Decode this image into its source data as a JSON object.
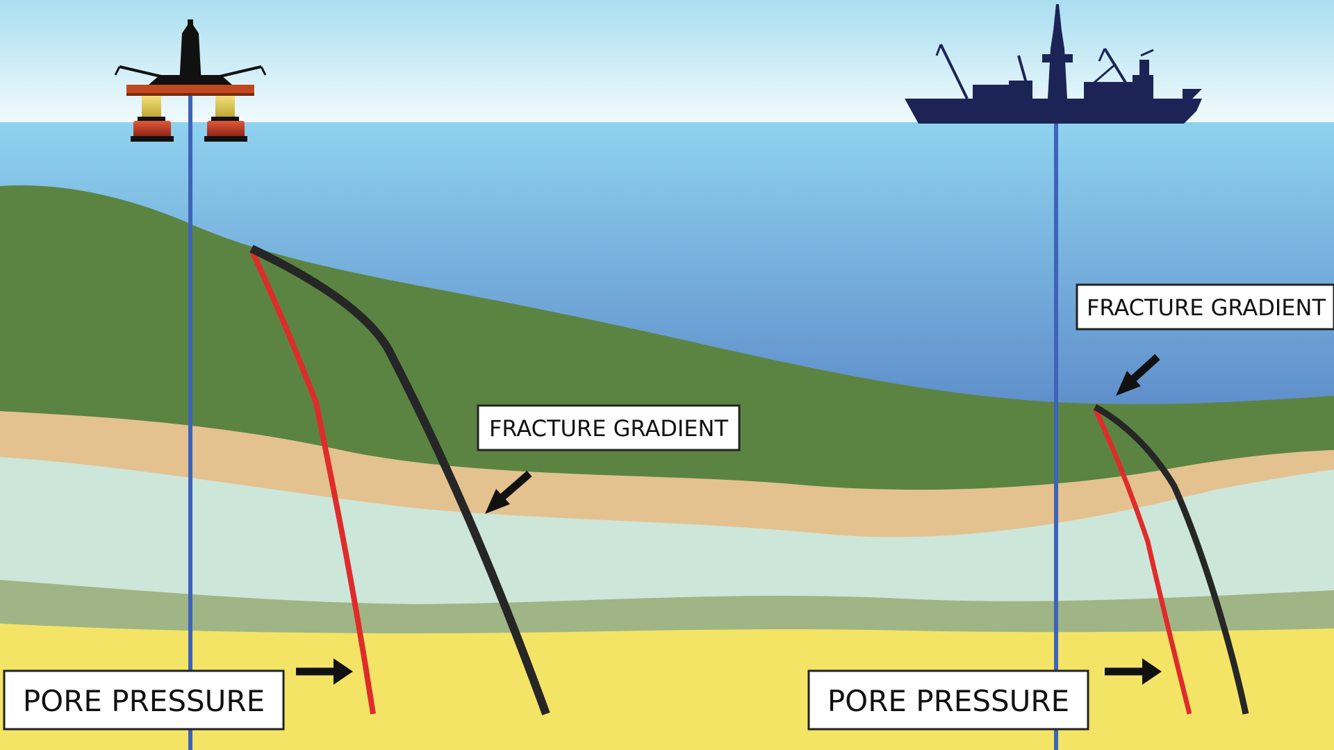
{
  "labels": {
    "left_fracture": "FRACTURE GRADIENT",
    "left_pore": "PORE PRESSURE",
    "right_fracture": "FRACTURE GRADIENT",
    "right_pore": "PORE PRESSURE"
  },
  "colors": {
    "sky_top": "#a9def0",
    "sky_bottom": "#f2fbfd",
    "sea_top": "#8fd2ef",
    "sea_bottom": "#3f5fa3",
    "seabed_green": "#5b8443",
    "sand_layer": "#e3c290",
    "pale_layer": "#cde6da",
    "sage_layer": "#9fb585",
    "yellow_layer": "#f4e466",
    "pore_pressure_line": "#e02b2b",
    "fracture_gradient_line": "#262626",
    "riser": "#3e63b8",
    "ship": "#1c2456"
  }
}
